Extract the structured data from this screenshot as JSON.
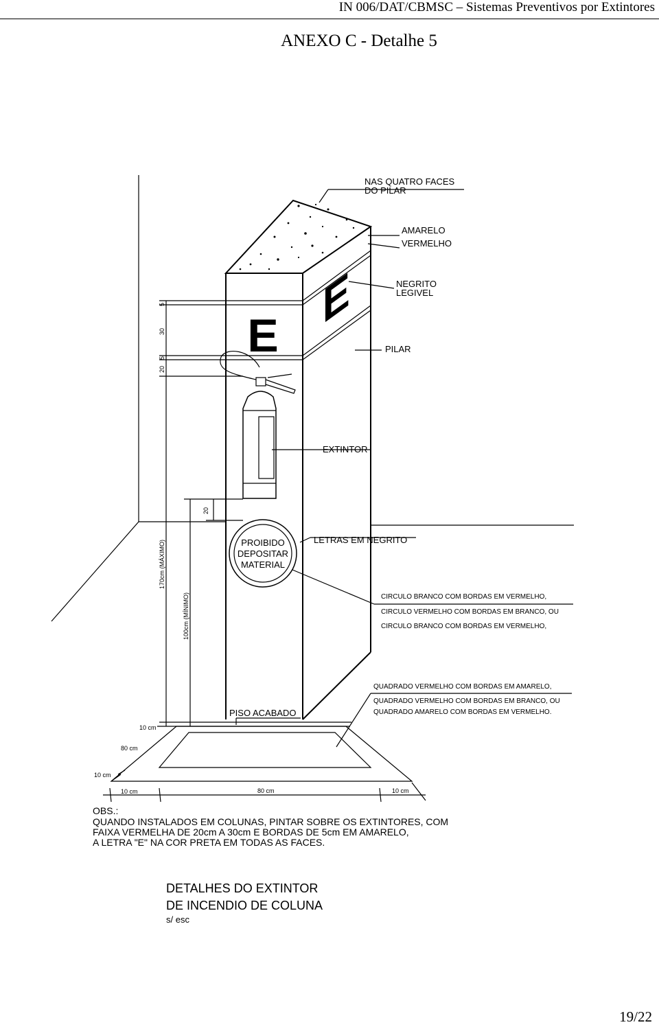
{
  "header": {
    "doc_ref": "IN 006/DAT/CBMSC – Sistemas Preventivos por Extintores",
    "title": "ANEXO C - Detalhe 5"
  },
  "drawing": {
    "labels": {
      "faces": "NAS QUATRO FACES",
      "faces2": "DO PILAR",
      "amarelo": "AMARELO",
      "vermelho": "VERMELHO",
      "negrito": "NEGRITO",
      "legivel": "LEGIVEL",
      "pilar": "PILAR",
      "extintor": "EXTINTOR",
      "letras": "LETRAS EM NEGRITO",
      "letter_e": "E",
      "sign_line1": "PROIBIDO",
      "sign_line2": "DEPOSITAR",
      "sign_line3": "MATERIAL",
      "piso": "PISO ACABADO"
    },
    "circle_notes": [
      "CIRCULO BRANCO COM BORDAS EM VERMELHO,",
      "CIRCULO VERMELHO COM BORDAS EM BRANCO, OU",
      "CIRCULO BRANCO COM BORDAS EM VERMELHO,"
    ],
    "square_notes": [
      "QUADRADO  VERMELHO COM BORDAS EM AMARELO,",
      "QUADRADO VERMELHO COM BORDAS EM BRANCO, OU",
      "QUADRADO AMARELO COM BORDAS EM VERMELHO."
    ],
    "dimensions": {
      "d5a": "5",
      "d30": "30",
      "d5b": "5",
      "d20a": "20",
      "d20b": "20",
      "max": "170cm (MÁXIMO)",
      "min": "100cm (MÍNIMO)",
      "cm10a": "10 cm",
      "cm80a": "80 cm",
      "cm10b": "10 cm",
      "cm10c": "10 cm",
      "cm80b": "80 cm",
      "cm10d": "10 cm"
    },
    "obs": {
      "title": "OBS.:",
      "lines": [
        "QUANDO INSTALADOS EM COLUNAS, PINTAR SOBRE OS EXTINTORES, COM",
        "FAIXA VERMELHA DE 20cm A 30cm E BORDAS DE 5cm EM  AMARELO,",
        "A LETRA \"E\" NA COR PRETA EM TODAS AS FACES."
      ]
    },
    "caption": {
      "line1": "DETALHES DO EXTINTOR",
      "line2": "DE INCENDIO DE COLUNA",
      "scale": "s/ esc"
    }
  },
  "footer": {
    "page": "19/22"
  }
}
